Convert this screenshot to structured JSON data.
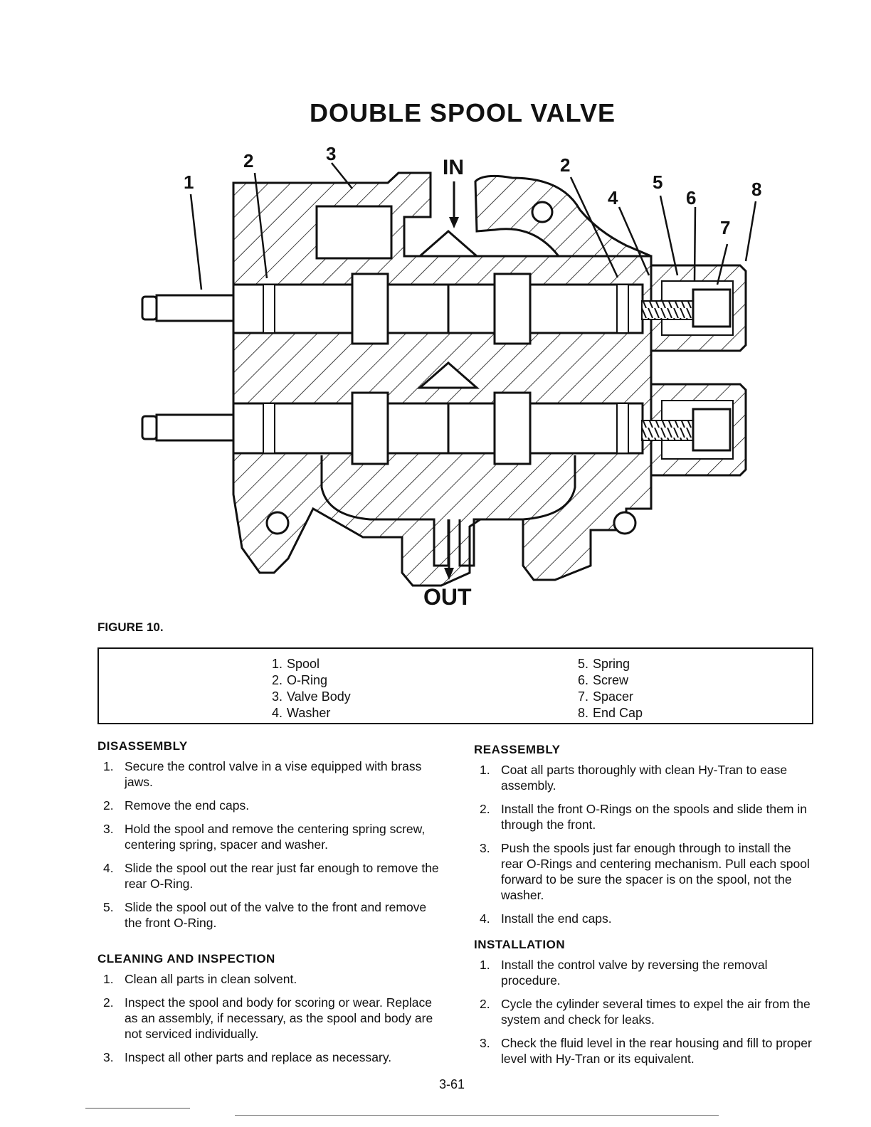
{
  "page": {
    "title": "DOUBLE SPOOL VALVE",
    "figure_label": "FIGURE 10.",
    "page_number": "3-61"
  },
  "diagram": {
    "in_label": "IN",
    "out_label": "OUT",
    "callouts": [
      "1",
      "2",
      "3",
      "2",
      "4",
      "5",
      "6",
      "7",
      "8"
    ]
  },
  "legend": {
    "left": [
      {
        "num": "1.",
        "label": "Spool"
      },
      {
        "num": "2.",
        "label": "O-Ring"
      },
      {
        "num": "3.",
        "label": "Valve Body"
      },
      {
        "num": "4.",
        "label": "Washer"
      }
    ],
    "right": [
      {
        "num": "5.",
        "label": "Spring"
      },
      {
        "num": "6.",
        "label": "Screw"
      },
      {
        "num": "7.",
        "label": "Spacer"
      },
      {
        "num": "8.",
        "label": "End Cap"
      }
    ]
  },
  "disassembly": {
    "heading": "DISASSEMBLY",
    "steps": [
      {
        "num": "1.",
        "text": "Secure the control valve in a vise equipped with brass jaws."
      },
      {
        "num": "2.",
        "text": "Remove the end caps."
      },
      {
        "num": "3.",
        "text": "Hold the spool and remove the centering spring screw, centering spring, spacer and washer."
      },
      {
        "num": "4.",
        "text": "Slide the spool out the rear just far enough to remove the rear O-Ring."
      },
      {
        "num": "5.",
        "text": "Slide the spool out of the valve to the front and remove the front O-Ring."
      }
    ]
  },
  "cleaning": {
    "heading": "CLEANING AND INSPECTION",
    "steps": [
      {
        "num": "1.",
        "text": "Clean all parts in clean solvent."
      },
      {
        "num": "2.",
        "text": "Inspect the spool and body for scoring or wear. Replace as an assembly, if necessary, as the spool and body are not serviced individually."
      },
      {
        "num": "3.",
        "text": "Inspect all other parts and replace as necessary."
      }
    ]
  },
  "reassembly": {
    "heading": "REASSEMBLY",
    "steps": [
      {
        "num": "1.",
        "text": "Coat all parts thoroughly with clean Hy-Tran to ease assembly."
      },
      {
        "num": "2.",
        "text": "Install the front O-Rings on the spools and slide them in through the front."
      },
      {
        "num": "3.",
        "text": "Push the spools just far enough through to install the rear O-Rings and centering mechanism. Pull each spool forward to be sure the spacer is on the spool, not the washer."
      },
      {
        "num": "4.",
        "text": "Install the end caps."
      }
    ]
  },
  "installation": {
    "heading": "INSTALLATION",
    "steps": [
      {
        "num": "1.",
        "text": "Install the control valve by reversing the removal procedure."
      },
      {
        "num": "2.",
        "text": "Cycle the cylinder several times to expel the air from the system and check for leaks."
      },
      {
        "num": "3.",
        "text": "Check the fluid level in the rear housing and fill to proper level with Hy-Tran or its equivalent."
      }
    ]
  }
}
